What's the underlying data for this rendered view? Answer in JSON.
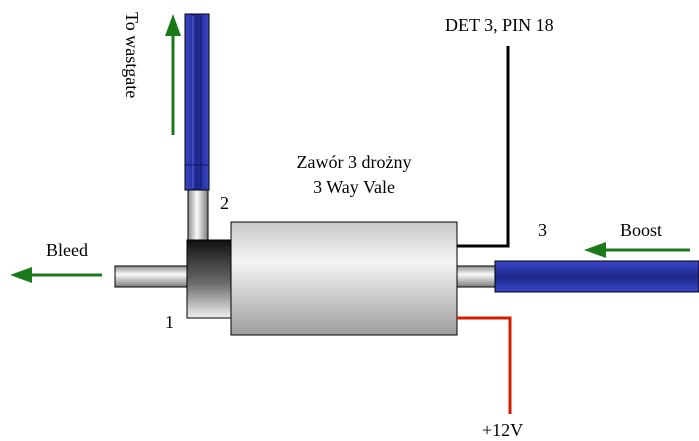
{
  "labels": {
    "det": "DET 3, PIN 18",
    "valve_line1": "Zawór 3 drożny",
    "valve_line2": "3 Way Vale",
    "to_wastegate": "To wastgate",
    "bleed": "Bleed",
    "boost": "Boost",
    "port1": "1",
    "port2": "2",
    "port3": "3",
    "voltage": "+12V"
  },
  "colors": {
    "arrow": "#1a7a1a",
    "hose": "#2a35a0",
    "power_wire": "#d41c00",
    "signal_wire": "#000000"
  },
  "icons": {
    "arrows": [
      "arrow-up-icon",
      "arrow-left-icon",
      "arrow-left-icon"
    ]
  }
}
